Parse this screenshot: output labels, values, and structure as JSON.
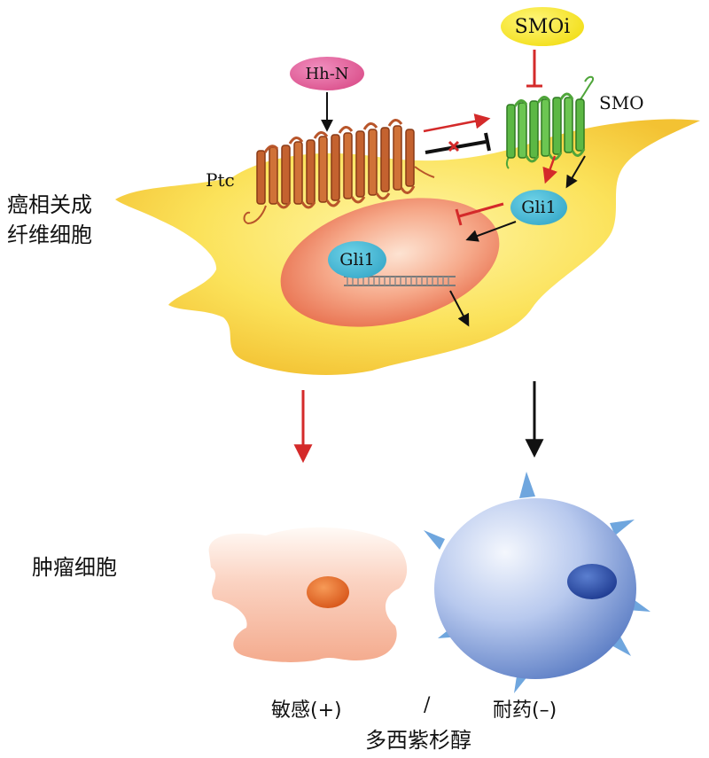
{
  "labels": {
    "caf_line1": "癌相关成",
    "caf_line2": "纤维细胞",
    "tumor_cell": "肿瘤细胞",
    "ptc": "Ptc",
    "smo": "SMO",
    "hh_n": "Hh-N",
    "smoi": "SMOi",
    "gli1_cytoplasm": "Gli1",
    "gli1_nucleus": "Gli1",
    "sensitive": "敏感(+)",
    "separator": "/",
    "resistant": "耐药(–)",
    "paclitaxel": "多西紫杉醇"
  },
  "colors": {
    "fibroblast": "#f8d44a",
    "nucleus": "#f08a6a",
    "ptc_receptor": "#b8552a",
    "smo_receptor": "#4fa53a",
    "hh_n": "#de5a95",
    "smoi": "#f6e21a",
    "gli1": "#3ab2d4",
    "activation_arrow": "#d42a2a",
    "inhibition_arrow": "#111111",
    "sensitive_cell": "#f6b8a2",
    "resistant_cell": "#6f93d6"
  },
  "icons": [
    "hh-n-ligand-icon",
    "smoi-inhibitor-icon",
    "ptc-receptor-icon",
    "smo-receptor-icon",
    "gli1-protein-icon",
    "dna-icon",
    "sensitive-tumor-cell-icon",
    "resistant-tumor-cell-icon"
  ]
}
